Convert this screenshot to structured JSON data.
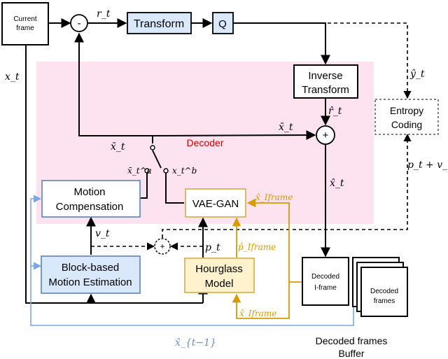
{
  "blocks": {
    "current_frame": [
      "Current",
      "frame"
    ],
    "transform": "Transform",
    "quantizer": "Q",
    "inverse_transform": [
      "Inverse",
      "Transform"
    ],
    "entropy_coding": [
      "Entropy",
      "Coding"
    ],
    "decoder_region": "Decoder",
    "motion_compensation": [
      "Motion",
      "Compensation"
    ],
    "vae_gan": "VAE-GAN",
    "motion_estimation": [
      "Block-based",
      "Motion Estimation"
    ],
    "hourglass": [
      "Hourglass",
      "Model"
    ],
    "decoded_iframe": [
      "Decoded",
      "I-frame"
    ],
    "decoded_frames": [
      "Decoded",
      "frames"
    ],
    "buffer_caption": [
      "Decoded frames",
      "Buffer"
    ],
    "minus_sign": "-",
    "plus_sign": "+"
  },
  "math_labels": {
    "r_t": "r_t",
    "x_t": "x_t",
    "y_hat_t": "ŷ_t",
    "r_hat_t": "r̂_t",
    "x_bar_t_top": "x̄_t",
    "x_bar_t_left": "x̄_t",
    "x_bar_a": "x̄_t^a",
    "x_b": "x_t^b",
    "p_plus_v": "p_t + v_t",
    "x_hat_t": "x̂_t",
    "x_hat_iframe_vae": "x̂_Iframe",
    "v_t": "v_t",
    "p_t": "p_t",
    "p_hat_iframe": "p̂_Iframe",
    "x_hat_iframe_bottom": "x̂_Iframe",
    "x_hat_prev": "x̂_{t−1}"
  },
  "colors": {
    "decoder_bg": "#fde2ef",
    "blue_box_fill": "#dae8fc",
    "blue_stroke": "#6c8ebf",
    "blue_line": "#7ea6e0",
    "orange_fill": "#fff2cc",
    "orange_stroke": "#d6b656",
    "orange_text": "#d79b00",
    "black": "#000000"
  }
}
